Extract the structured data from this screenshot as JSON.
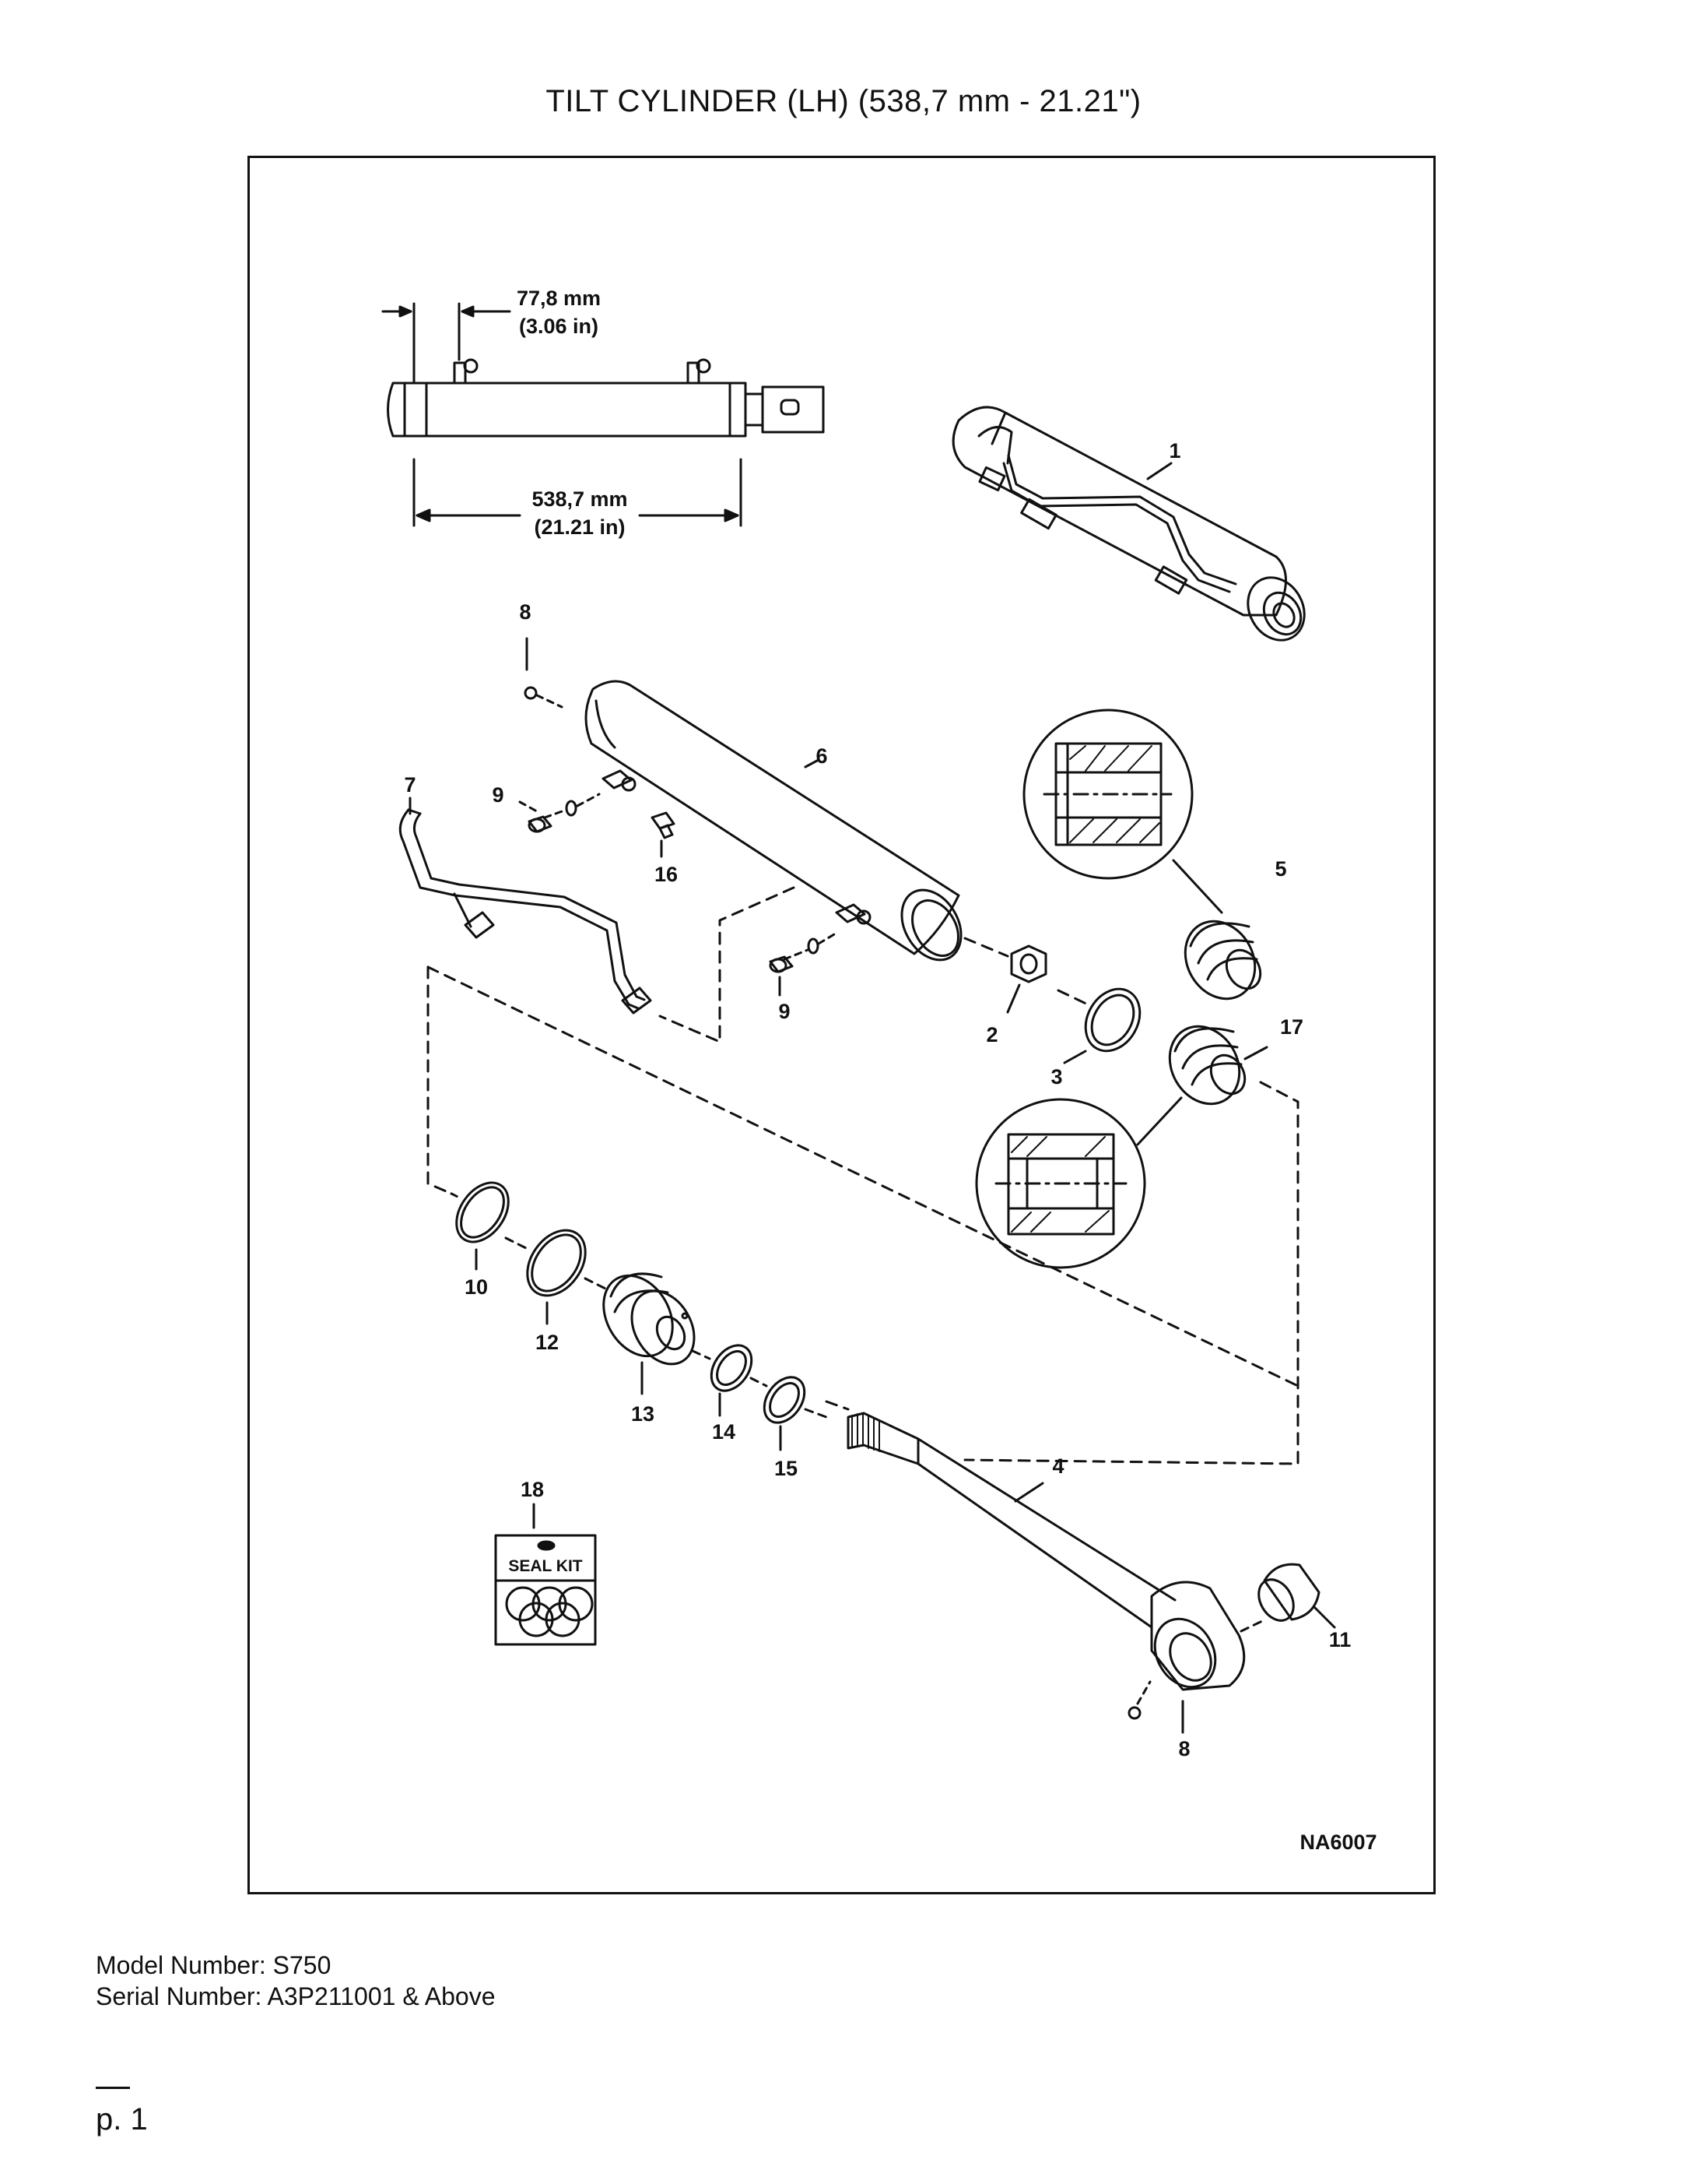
{
  "title": "TILT CYLINDER (LH) (538,7 mm - 21.21\")",
  "dimensions": {
    "port_offset_mm": "77,8 mm",
    "port_offset_in": "(3.06 in)",
    "length_mm": "538,7 mm",
    "length_in": "(21.21 in)"
  },
  "seal_kit_label": "SEAL KIT",
  "drawing_code": "NA6007",
  "callouts": {
    "c1": "1",
    "c2": "2",
    "c3": "3",
    "c4": "4",
    "c5": "5",
    "c6": "6",
    "c7": "7",
    "c8a": "8",
    "c8b": "8",
    "c9a": "9",
    "c9b": "9",
    "c10": "10",
    "c11": "11",
    "c12": "12",
    "c13": "13",
    "c14": "14",
    "c15": "15",
    "c16": "16",
    "c17": "17",
    "c18": "18"
  },
  "footer": {
    "model": "Model Number: S750",
    "serial": "Serial Number: A3P211001 & Above"
  },
  "page_label": "p. 1"
}
